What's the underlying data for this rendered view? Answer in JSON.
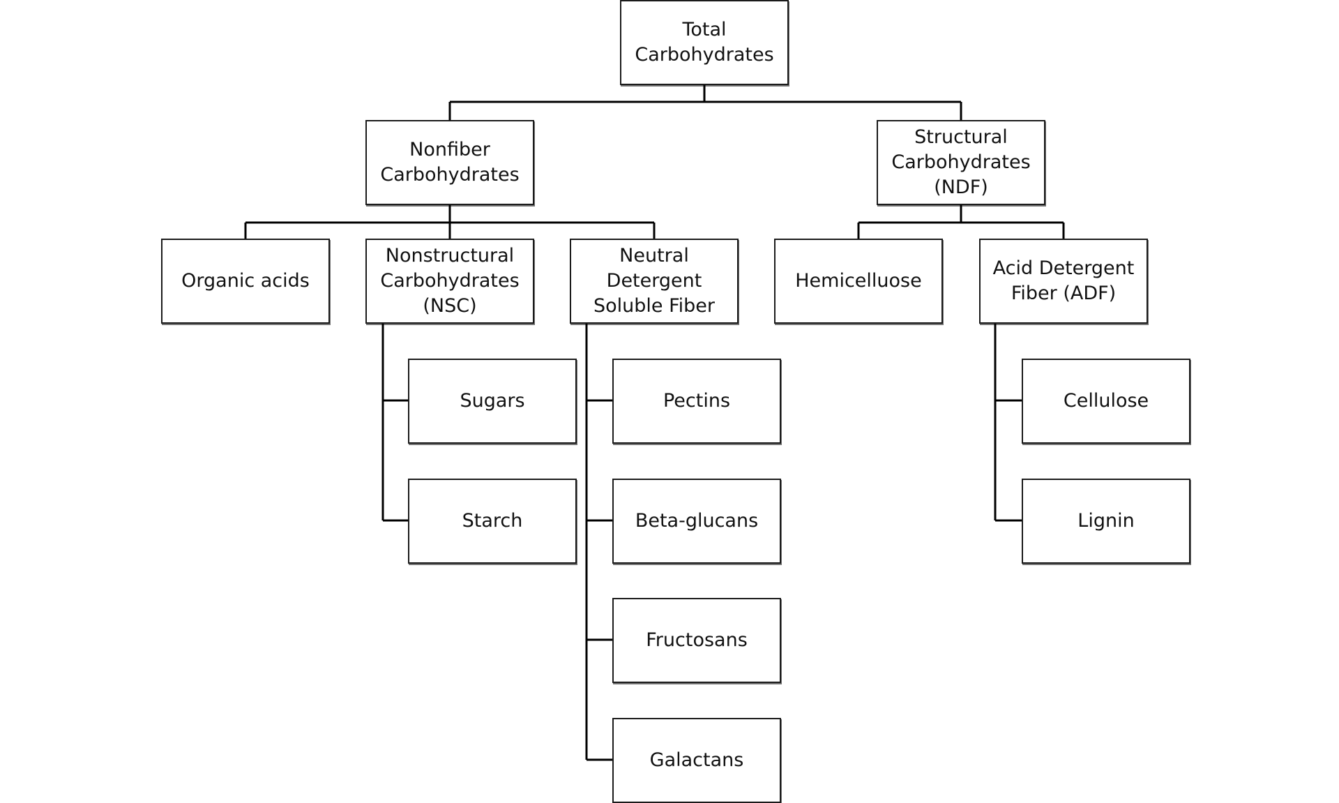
{
  "nodes": {
    "total": "Total\nCarbohydrates",
    "nonfiber": "Nonfiber\nCarbohydrates",
    "structural": "Structural\nCarbohydrates\n(NDF)",
    "organic_acids": "Organic acids",
    "nsc": "Nonstructural\nCarbohydrates\n(NSC)",
    "ndsf": "Neutral\nDetergent\nSoluble Fiber",
    "hemicellulose": "Hemicelluose",
    "adf": "Acid Detergent\nFiber (ADF)",
    "sugars": "Sugars",
    "starch": "Starch",
    "pectins": "Pectins",
    "beta_glucans": "Beta-glucans",
    "fructosans": "Fructosans",
    "galactans": "Galactans",
    "cellulose": "Cellulose",
    "lignin": "Lignin"
  },
  "colors": {
    "line": "#000000",
    "box_border": "#1a1a1a",
    "background": "#ffffff",
    "text": "#111111"
  }
}
